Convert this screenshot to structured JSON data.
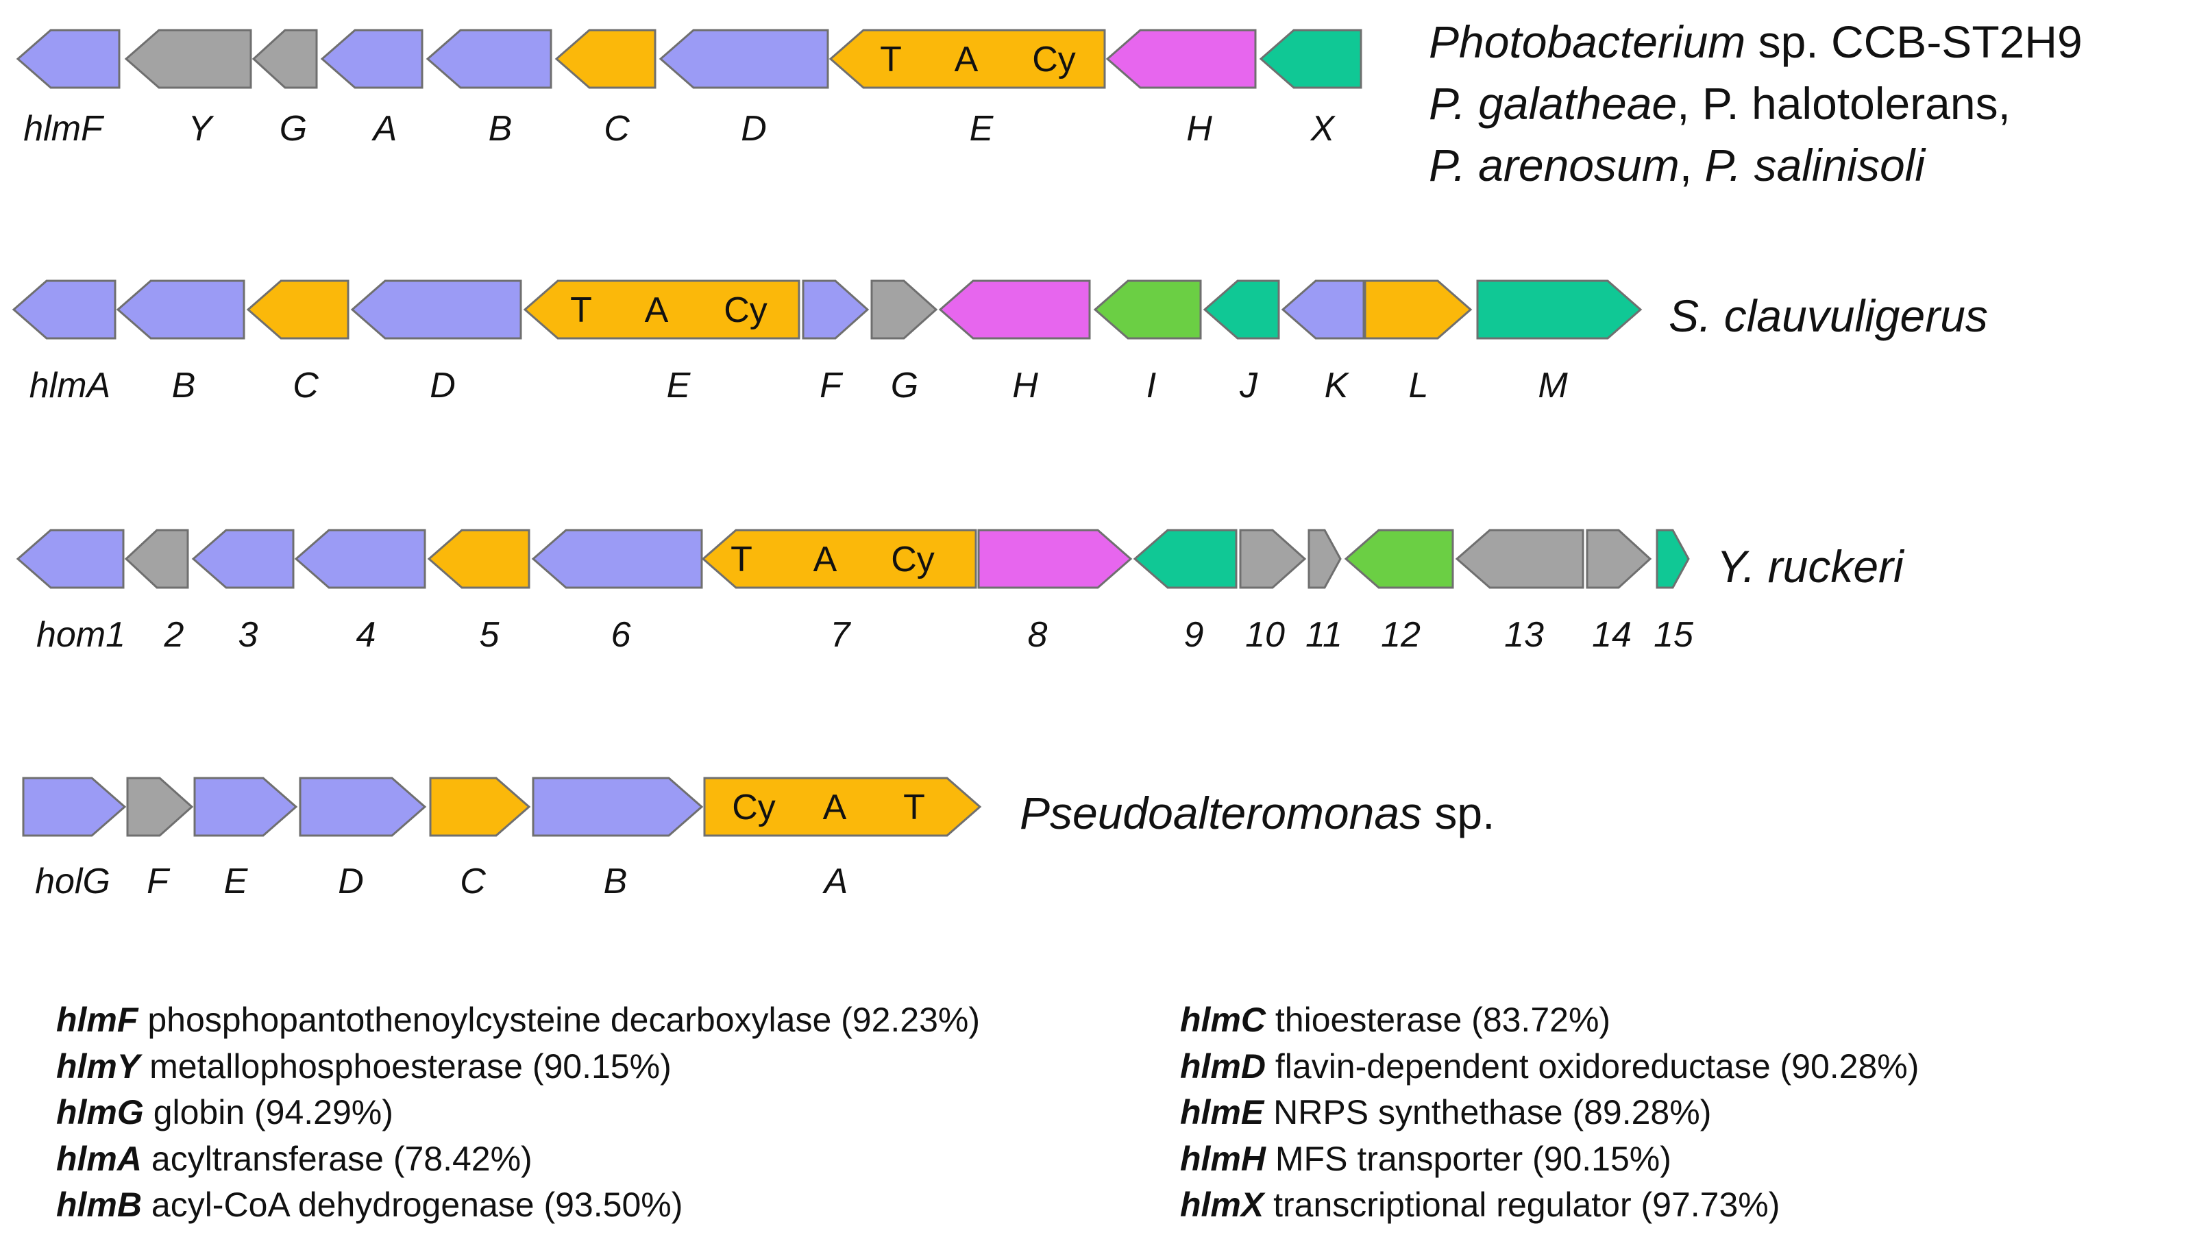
{
  "colors": {
    "purple": "#9b9bf5",
    "gray": "#a3a3a3",
    "orange": "#fbb80a",
    "magenta": "#e766ee",
    "teal": "#10c895",
    "green": "#6bcf44",
    "stroke": "#6f6f6f"
  },
  "clusters": [
    {
      "organism": [
        [
          {
            "t": "Photobacterium",
            "i": true
          },
          {
            "t": " sp. CCB-ST2H9",
            "i": false
          }
        ],
        [
          {
            "t": "P. galatheae",
            "i": true
          },
          {
            "t": ", P. halotolerans,",
            "i": false
          }
        ],
        [
          {
            "t": "P. arenosum",
            "i": true
          },
          {
            "t": ", ",
            "i": false
          },
          {
            "t": "P. salinisoli",
            "i": true
          }
        ]
      ],
      "genes": [
        {
          "label": "hlmF",
          "color": "purple",
          "dir": "left"
        },
        {
          "label": "Y",
          "color": "gray",
          "dir": "left"
        },
        {
          "label": "G",
          "color": "gray",
          "dir": "left"
        },
        {
          "label": "A",
          "color": "purple",
          "dir": "left"
        },
        {
          "label": "B",
          "color": "purple",
          "dir": "left"
        },
        {
          "label": "C",
          "color": "orange",
          "dir": "left"
        },
        {
          "label": "D",
          "color": "purple",
          "dir": "left"
        },
        {
          "label": "E",
          "color": "orange",
          "dir": "left",
          "domains": [
            "T",
            "A",
            "Cy"
          ]
        },
        {
          "label": "H",
          "color": "magenta",
          "dir": "left"
        },
        {
          "label": "X",
          "color": "teal",
          "dir": "left"
        }
      ]
    },
    {
      "organism": [
        [
          {
            "t": "S. clauvuligerus",
            "i": true
          }
        ]
      ],
      "genes": [
        {
          "label": "hlmA",
          "color": "purple",
          "dir": "left"
        },
        {
          "label": "B",
          "color": "purple",
          "dir": "left"
        },
        {
          "label": "C",
          "color": "orange",
          "dir": "left"
        },
        {
          "label": "D",
          "color": "purple",
          "dir": "left"
        },
        {
          "label": "E",
          "color": "orange",
          "dir": "left",
          "domains": [
            "T",
            "A",
            "Cy"
          ]
        },
        {
          "label": "F",
          "color": "purple",
          "dir": "right"
        },
        {
          "label": "G",
          "color": "gray",
          "dir": "right"
        },
        {
          "label": "H",
          "color": "magenta",
          "dir": "left"
        },
        {
          "label": "I",
          "color": "green",
          "dir": "left"
        },
        {
          "label": "J",
          "color": "teal",
          "dir": "left"
        },
        {
          "label": "K",
          "color": "purple",
          "dir": "left"
        },
        {
          "label": "L",
          "color": "orange",
          "dir": "right"
        },
        {
          "label": "M",
          "color": "teal",
          "dir": "right"
        }
      ]
    },
    {
      "organism": [
        [
          {
            "t": "Y. ruckeri",
            "i": true
          }
        ]
      ],
      "genes": [
        {
          "label": "hom1",
          "color": "purple",
          "dir": "left"
        },
        {
          "label": "2",
          "color": "gray",
          "dir": "left"
        },
        {
          "label": "3",
          "color": "purple",
          "dir": "left"
        },
        {
          "label": "4",
          "color": "purple",
          "dir": "left"
        },
        {
          "label": "5",
          "color": "orange",
          "dir": "left"
        },
        {
          "label": "6",
          "color": "purple",
          "dir": "left"
        },
        {
          "label": "7",
          "color": "orange",
          "dir": "left",
          "domains": [
            "T",
            "A",
            "Cy"
          ]
        },
        {
          "label": "8",
          "color": "magenta",
          "dir": "right"
        },
        {
          "label": "9",
          "color": "teal",
          "dir": "left"
        },
        {
          "label": "10",
          "color": "gray",
          "dir": "right"
        },
        {
          "label": "11",
          "color": "gray",
          "dir": "right"
        },
        {
          "label": "12",
          "color": "green",
          "dir": "left"
        },
        {
          "label": "13",
          "color": "gray",
          "dir": "left"
        },
        {
          "label": "14",
          "color": "gray",
          "dir": "right"
        },
        {
          "label": "15",
          "color": "teal",
          "dir": "right"
        }
      ]
    },
    {
      "organism": [
        [
          {
            "t": "Pseudoalteromonas",
            "i": true
          },
          {
            "t": " sp.",
            "i": false
          }
        ]
      ],
      "genes": [
        {
          "label": "holG",
          "color": "purple",
          "dir": "right"
        },
        {
          "label": "F",
          "color": "gray",
          "dir": "right"
        },
        {
          "label": "E",
          "color": "purple",
          "dir": "right"
        },
        {
          "label": "D",
          "color": "purple",
          "dir": "right"
        },
        {
          "label": "C",
          "color": "orange",
          "dir": "right"
        },
        {
          "label": "B",
          "color": "purple",
          "dir": "right"
        },
        {
          "label": "A",
          "color": "orange",
          "dir": "right",
          "domains": [
            "Cy",
            "A",
            "T"
          ]
        }
      ]
    }
  ],
  "legend": [
    {
      "gene": "hlmF",
      "desc": " phosphopantothenoylcysteine decarboxylase (92.23%)"
    },
    {
      "gene": "hlmY",
      "desc": " metallophosphoesterase (90.15%)"
    },
    {
      "gene": "hlmG",
      "desc": " globin (94.29%)"
    },
    {
      "gene": "hlmA",
      "desc": " acyltransferase (78.42%)"
    },
    {
      "gene": "hlmB",
      "desc": " acyl-CoA dehydrogenase (93.50%)"
    },
    {
      "gene": "hlmC",
      "desc": " thioesterase (83.72%)"
    },
    {
      "gene": "hlmD",
      "desc": " flavin-dependent oxidoreductase (90.28%)"
    },
    {
      "gene": "hlmE",
      "desc": " NRPS synthethase (89.28%)"
    },
    {
      "gene": "hlmH",
      "desc": " MFS transporter (90.15%)"
    },
    {
      "gene": "hlmX",
      "desc": " transcriptional regulator (97.73%)"
    }
  ]
}
